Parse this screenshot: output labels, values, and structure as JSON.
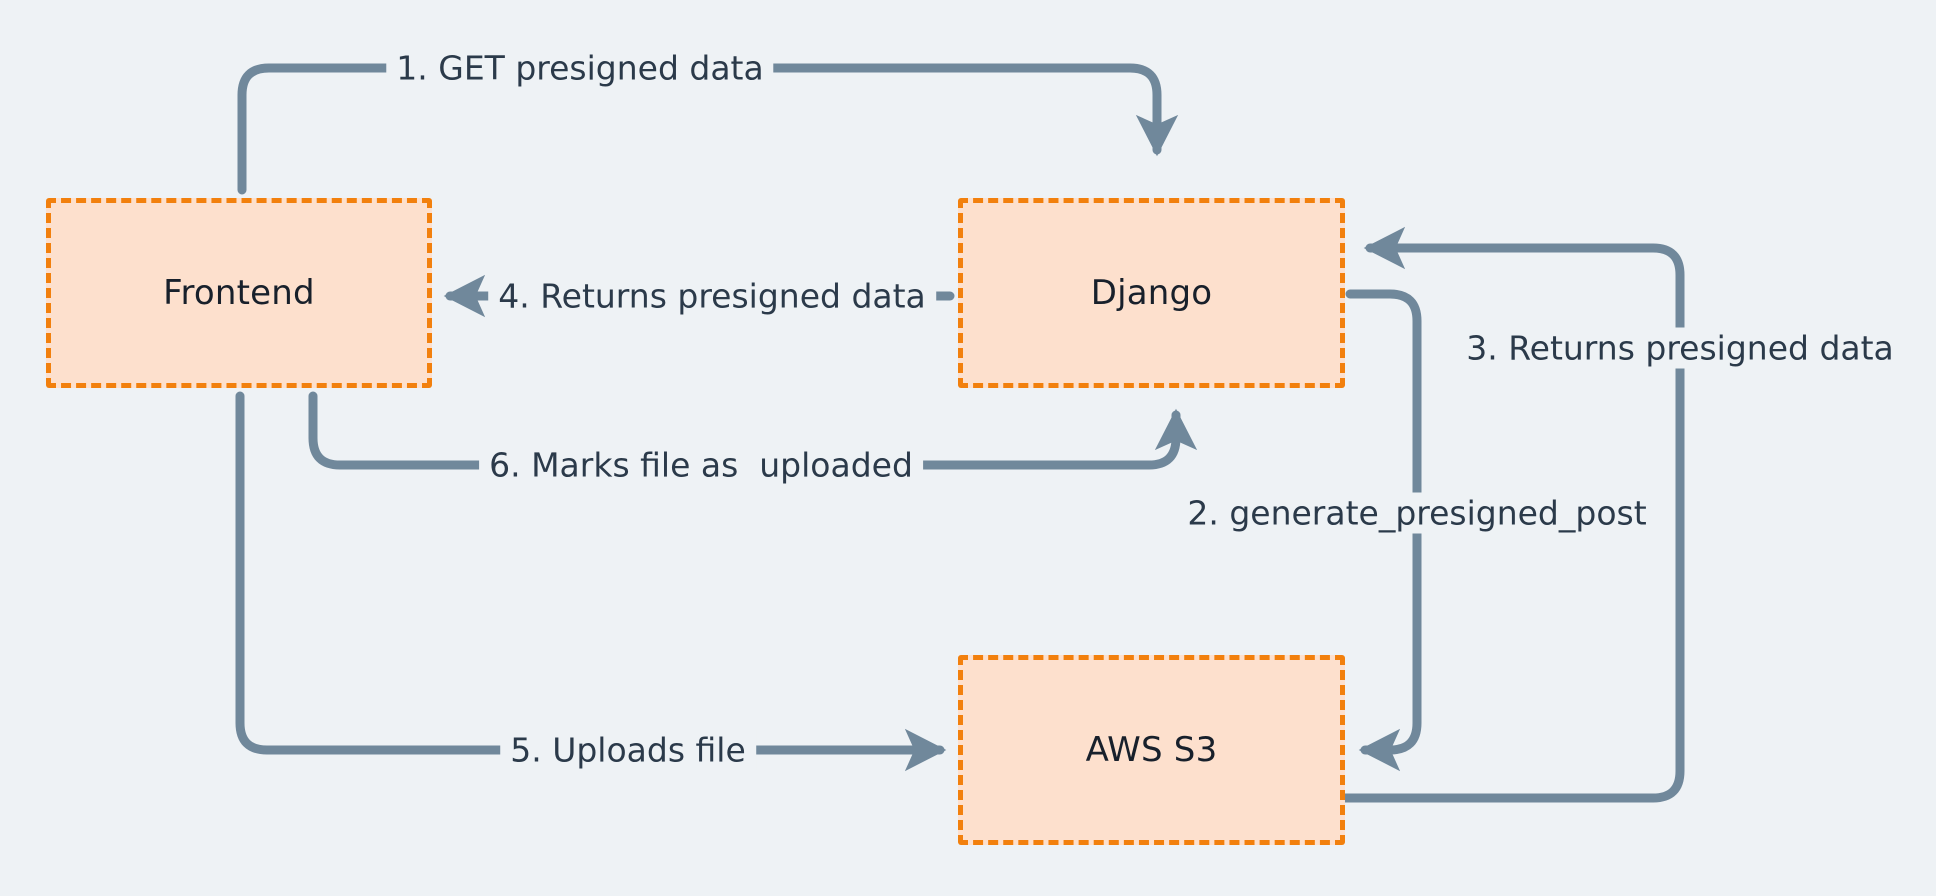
{
  "diagram": {
    "background_color": "#eef2f5",
    "node_fill": "#fde0cd",
    "node_border": "#f2800d",
    "edge_color": "#70889b",
    "text_color": "#2b3a4a",
    "nodes": [
      {
        "id": "frontend",
        "label": "Frontend"
      },
      {
        "id": "django",
        "label": "Django"
      },
      {
        "id": "s3",
        "label": "AWS S3"
      }
    ],
    "edges": [
      {
        "id": "e1",
        "label": "1. GET presigned data",
        "from": "frontend",
        "to": "django"
      },
      {
        "id": "e2",
        "label": "2. generate_presigned_post",
        "from": "django",
        "to": "s3"
      },
      {
        "id": "e3",
        "label": "3. Returns presigned data",
        "from": "s3",
        "to": "django"
      },
      {
        "id": "e4",
        "label": "4. Returns presigned data",
        "from": "django",
        "to": "frontend"
      },
      {
        "id": "e5",
        "label": "5. Uploads file",
        "from": "frontend",
        "to": "s3"
      },
      {
        "id": "e6",
        "label": "6. Marks file as  uploaded",
        "from": "frontend",
        "to": "django"
      }
    ]
  }
}
